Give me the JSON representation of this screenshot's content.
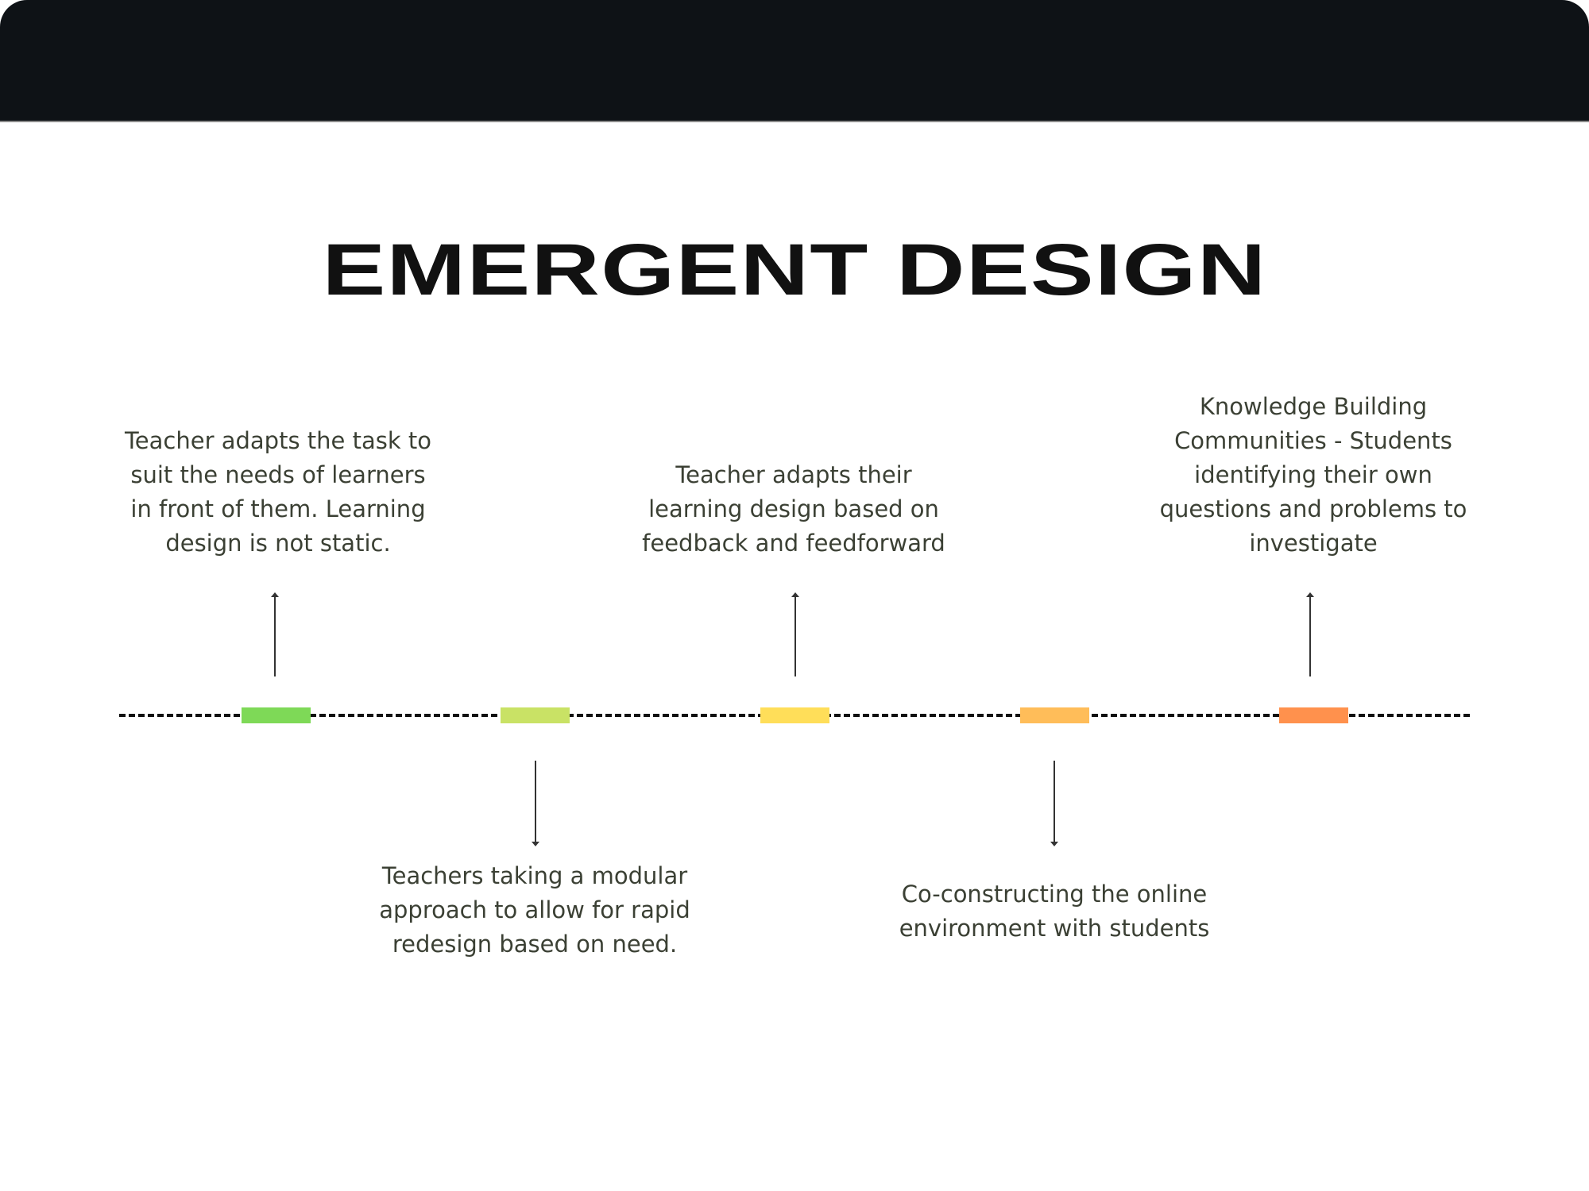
{
  "title": "EMERGENT DESIGN",
  "colors": {
    "header": "#0e1216",
    "text": "#3b4034"
  },
  "milestones": [
    {
      "color": "#7ED957",
      "position": "above",
      "text": "Teacher adapts the task to suit the needs of learners in front of them. Learning design is not static."
    },
    {
      "color": "#C9E265",
      "position": "below",
      "text": "Teachers taking a modular approach to allow for rapid redesign based on need."
    },
    {
      "color": "#FFDE59",
      "position": "above",
      "text": "Teacher adapts their learning design based on feedback and feedforward"
    },
    {
      "color": "#FFBD59",
      "position": "below",
      "text": "Co-constructing the online environment with students"
    },
    {
      "color": "#FF914D",
      "position": "above",
      "text": "Knowledge Building Communities - Students identifying their own questions and problems to investigate"
    }
  ]
}
